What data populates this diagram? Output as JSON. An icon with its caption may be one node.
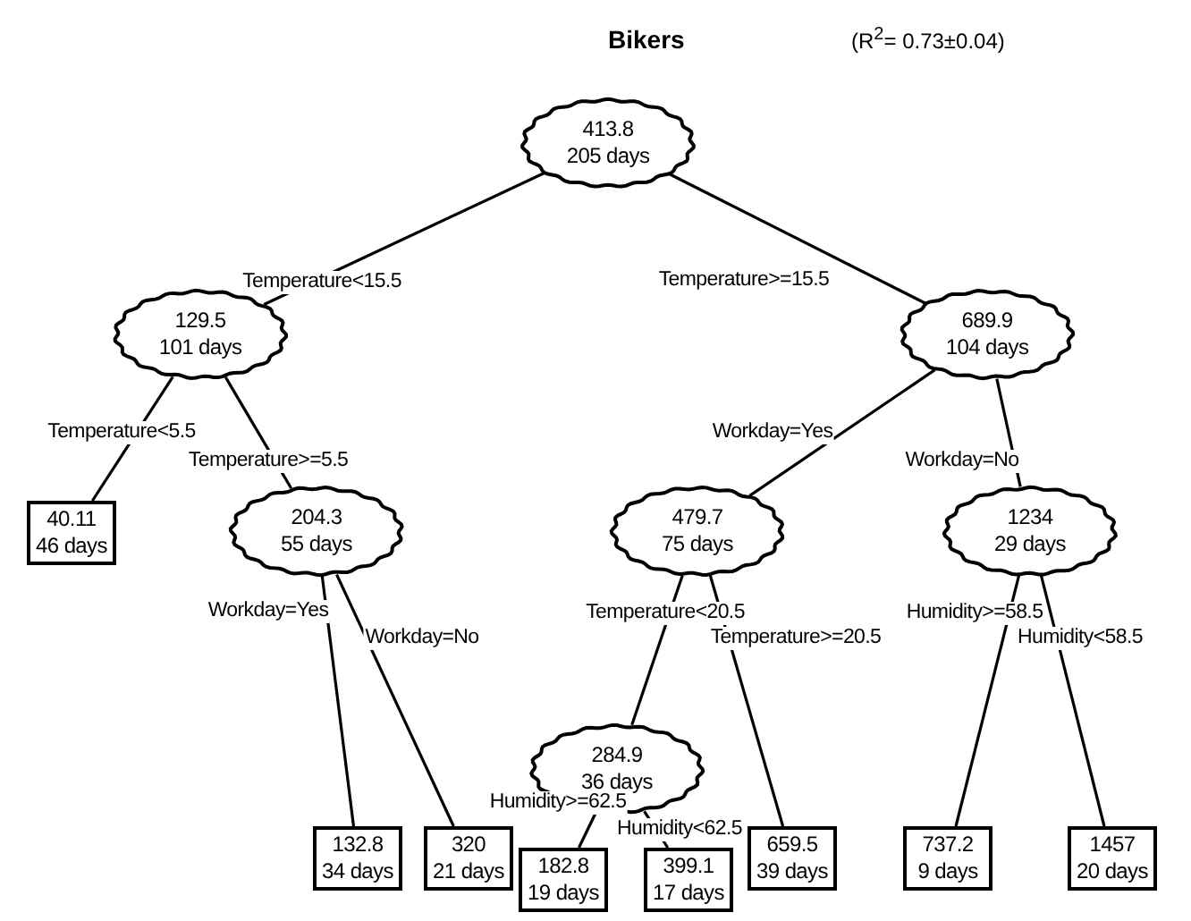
{
  "diagram": {
    "title": "Bikers",
    "nodes": [
      {
        "text": [
          "413.8",
          "205 days"
        ]
      },
      {
        "text": [
          "129.5",
          "101 days"
        ]
      },
      {
        "text": [
          "689.9",
          "104 days"
        ]
      },
      {
        "text": [
          "40.11",
          "46 days"
        ]
      },
      {
        "text": [
          "204.3",
          "55 days"
        ]
      },
      {
        "text": [
          "479.7",
          "75 days"
        ]
      },
      {
        "text": [
          "1234",
          "29 days"
        ]
      },
      {
        "text": [
          "284.9",
          "36 days"
        ]
      },
      {
        "text": [
          "132.8",
          "34 days"
        ]
      },
      {
        "text": [
          "320",
          "21 days"
        ]
      },
      {
        "text": [
          "659.5",
          "39 days"
        ]
      },
      {
        "text": [
          "737.2",
          "9 days"
        ]
      },
      {
        "text": [
          "1457",
          "20 days"
        ]
      },
      {
        "text": [
          "182.8",
          "19 days"
        ]
      },
      {
        "text": [
          "399.1",
          "17 days"
        ]
      }
    ],
    "edges": [
      {
        "from": 0,
        "to": 1,
        "arrow": "none",
        "label": "Temperature<15.5"
      },
      {
        "from": 0,
        "to": 2,
        "arrow": "none",
        "label": "Temperature>=15.5"
      },
      {
        "from": 1,
        "to": 3,
        "arrow": "none",
        "label": "Temperature<5.5"
      },
      {
        "from": 1,
        "to": 4,
        "arrow": "none",
        "label": "Temperature>=5.5"
      },
      {
        "from": 2,
        "to": 5,
        "arrow": "none",
        "label": "Workday=Yes"
      },
      {
        "from": 2,
        "to": 6,
        "arrow": "none",
        "label": "Workday=No"
      },
      {
        "from": 4,
        "to": 8,
        "arrow": "none",
        "label": "Workday=Yes"
      },
      {
        "from": 4,
        "to": 9,
        "arrow": "none",
        "label": "Workday=No"
      },
      {
        "from": 5,
        "to": 7,
        "arrow": "none",
        "label": "Temperature<20.5"
      },
      {
        "from": 5,
        "to": 10,
        "arrow": "none",
        "label": "Temperature>=20.5"
      },
      {
        "from": 6,
        "to": 11,
        "arrow": "none",
        "label": "Humidity>=58.5"
      },
      {
        "from": 6,
        "to": 12,
        "arrow": "none",
        "label": "Humidity<58.5"
      },
      {
        "from": 7,
        "to": 13,
        "arrow": "none",
        "label": "Humidity>=62.5"
      },
      {
        "from": 7,
        "to": 14,
        "arrow": "none",
        "label": "Humidity<62.5"
      }
    ],
    "labels": [
      "(R$^{2}$= 0.73±0.04)"
    ]
  }
}
